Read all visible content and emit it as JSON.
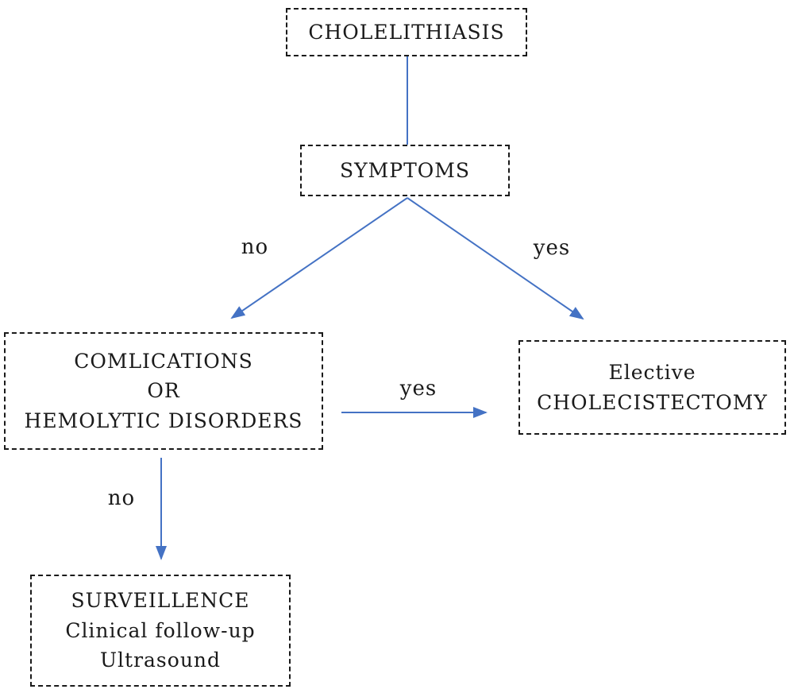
{
  "colors": {
    "arrow": "#4472c4",
    "border": "#1a1a1a",
    "text": "#1a1a1a"
  },
  "nodes": {
    "cholelithiasis": {
      "lines": [
        "CHOLELITHIASIS"
      ]
    },
    "symptoms": {
      "lines": [
        "SYMPTOMS"
      ]
    },
    "complications": {
      "lines": [
        "COMLICATIONS",
        "OR",
        "HEMOLYTIC DISORDERS"
      ]
    },
    "elective": {
      "lines": [
        "Elective",
        "CHOLECISTECTOMY"
      ]
    },
    "surveillance": {
      "lines": [
        "SURVEILLENCE",
        "Clinical follow-up",
        "Ultrasound"
      ]
    }
  },
  "edges": [
    {
      "from": "cholelithiasis",
      "to": "symptoms",
      "label": "",
      "arrowhead": false
    },
    {
      "from": "symptoms",
      "to": "complications",
      "label": "no",
      "arrowhead": true
    },
    {
      "from": "symptoms",
      "to": "elective",
      "label": "yes",
      "arrowhead": true
    },
    {
      "from": "complications",
      "to": "elective",
      "label": "yes",
      "arrowhead": true
    },
    {
      "from": "complications",
      "to": "surveillance",
      "label": "no",
      "arrowhead": true
    }
  ]
}
